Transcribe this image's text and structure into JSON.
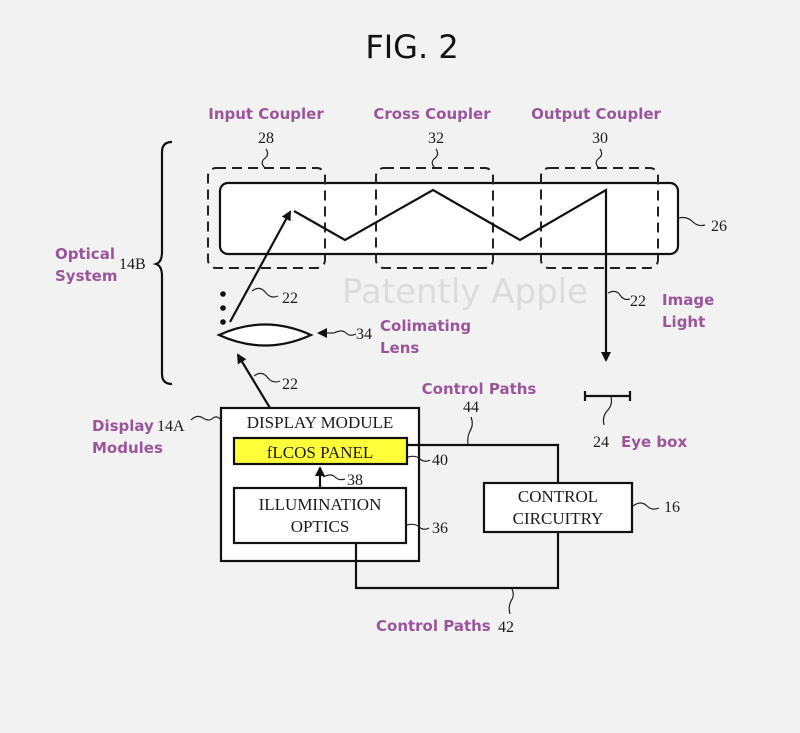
{
  "figure": {
    "title": "FIG. 2",
    "watermark": "Patently Apple",
    "colors": {
      "background": "#f2f2f2",
      "annotation_purple": "#9b559b",
      "panel_yellow": "#ffff3a",
      "line": "#111111"
    }
  },
  "annotations": {
    "input_coupler": "Input Coupler",
    "cross_coupler": "Cross Coupler",
    "output_coupler": "Output Coupler",
    "optical_system_line1": "Optical",
    "optical_system_line2": "System",
    "image_light_line1": "Image",
    "image_light_line2": "Light",
    "colimating_lens_line1": "Colimating",
    "colimating_lens_line2": "Lens",
    "control_paths_top": "Control Paths",
    "control_paths_bottom": "Control Paths",
    "eye_box": "Eye box",
    "display_modules_line1": "Display",
    "display_modules_line2": "Modules"
  },
  "reference_numerals": {
    "input_coupler": "28",
    "cross_coupler": "32",
    "output_coupler": "30",
    "waveguide": "26",
    "optical_system": "14B",
    "light_upper": "22",
    "light_lower": "22",
    "image_light": "22",
    "lens": "34",
    "eye_box": "24",
    "display_module": "14A",
    "control_path_top": "44",
    "control_path_bottom": "42",
    "panel": "40",
    "illumination_light": "38",
    "illumination_optics": "36",
    "control_circuitry": "16"
  },
  "blocks": {
    "display_module": "DISPLAY MODULE",
    "panel": "fLCOS PANEL",
    "illumination_line1": "ILLUMINATION",
    "illumination_line2": "OPTICS",
    "control_line1": "CONTROL",
    "control_line2": "CIRCUITRY"
  }
}
